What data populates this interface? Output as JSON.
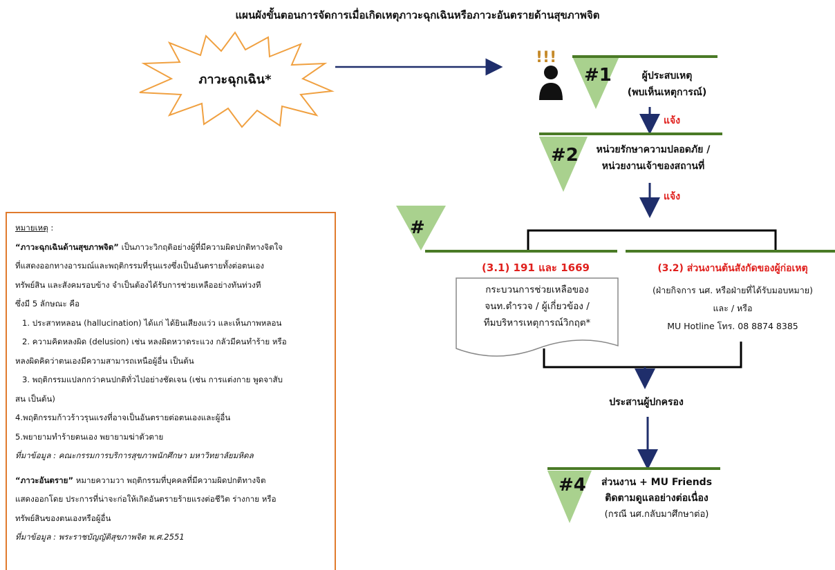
{
  "title": "แผนผังขั้นตอนการจัดการเมื่อเกิดเหตุภาวะฉุกเฉินหรือภาวะอันตรายด้านสุขภาพจิต",
  "emergency": "ภาวะฉุกเฉิน*",
  "step1": {
    "label": "#1",
    "line1": "ผู้ประสบเหตุ",
    "line2": "(พบเห็นเหตุการณ์)"
  },
  "notify1": "แจ้ง",
  "step2": {
    "label": "#2",
    "line1": "หน่วยรักษาความปลอดภัย /",
    "line2": "หน่วยงานเจ้าของสถานที่"
  },
  "notify2": "แจ้ง",
  "step3": {
    "label": "#",
    "left_title": "(3.1) 191 และ 1669",
    "left_doc": [
      "กระบวนการช่วยเหลือของ",
      "จนท.ตำรวจ / ผู้เกี่ยวข้อง /",
      "ทีมบริหารเหตุการณ์วิกฤต*"
    ],
    "right_title": "(3.2) ส่วนงานต้นสังกัดของผู้ก่อเหตุ",
    "right_lines": [
      "(ฝ่ายกิจการ นศ. หรือฝ่ายที่ได้รับมอบหมาย)",
      "และ / หรือ",
      "MU Hotline โทร. 08 8874 8385"
    ]
  },
  "coordinate": "ประสานผู้ปกครอง",
  "step4": {
    "label": "#4",
    "line1": "ส่วนงาน + MU Friends",
    "line2": "ติดตามดูแลอย่างต่อเนื่อง",
    "line3": "(กรณี นศ.กลับมาศึกษาต่อ)"
  },
  "note": {
    "heading": "หมายเหตุ",
    "heading_colon": " :",
    "def1_term": "“ภาวะฉุกเฉินด้านสุขภาพจิต”",
    "def1_text": " เป็นภาวะวิกฤติอย่างผู้ที่มีความผิดปกติทางจิตใจ",
    "def1_l2": "ที่แสดงออกทางอารมณ์และพฤติกรรมที่รุนแรงซึ่งเป็นอันตรายทั้งต่อตนเอง",
    "def1_l3": "ทรัพย์สิน และสังคมรอบข้าง จำเป็นต้องได้รับการช่วยเหลืออย่างทันท่วงที",
    "def1_l4": "ซึ่งมี 5 ลักษณะ คือ",
    "items": [
      "1. ประสาทหลอน (hallucination) ได้แก่ ได้ยินเสียงแว่ว และเห็นภาพหลอน",
      "2. ความคิดหลงผิด (delusion) เช่น หลงผิดหวาดระแวง กลัวมีคนทำร้าย หรือ",
      "หลงผิดคิดว่าตนเองมีความสามารถเหนือผู้อื่น เป็นต้น",
      "3. พฤติกรรมแปลกกว่าคนปกติทั่วไปอย่างชัดเจน (เช่น การแต่งกาย พูดจาสับ",
      "สน เป็นต้น)",
      "4.พฤติกรรมก้าวร้าวรุนแรงที่อาจเป็นอันตรายต่อตนเองและผู้อื่น",
      "5.พยายามทำร้ายตนเอง พยายามฆ่าตัวตาย"
    ],
    "src1": "ที่มาข้อมูล : คณะกรรมการบริการสุขภาพนักศึกษา มหาวิทยาลัยมหิดล",
    "def2_term": "“ภาวะอันตราย”",
    "def2_text": " หมายความวา พฤติกรรมที่บุคคลที่มีความผิดปกติทางจิต",
    "def2_l2": "แสดงออกโดย ประการที่น่าจะก่อให้เกิดอันตรายร้ายแรงต่อชีวิต ร่างกาย หรือ",
    "def2_l3": "ทรัพย์สินของตนเองหรือผู้อื่น",
    "src2": "ที่มาข้อมูล : พระราชบัญญัติสุขภาพจิต พ.ศ.2551"
  }
}
